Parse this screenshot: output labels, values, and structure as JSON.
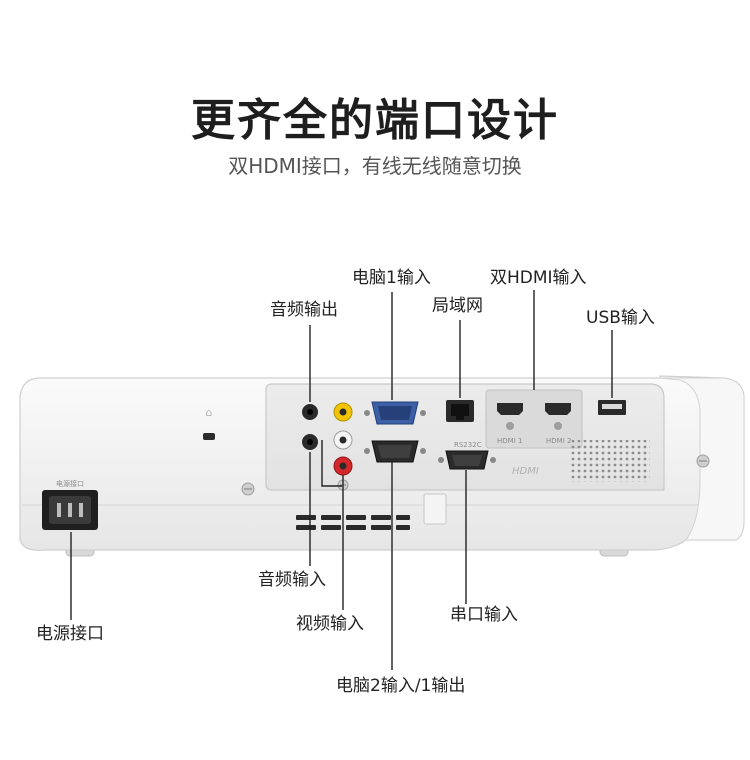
{
  "header": {
    "title": "更齐全的端口设计",
    "subtitle": "双HDMI接口，有线无线随意切换"
  },
  "callouts": {
    "computer1_in": "电脑1输入",
    "dual_hdmi_in": "双HDMI输入",
    "audio_out": "音频输出",
    "lan": "局域网",
    "usb_in": "USB输入",
    "audio_in": "音频输入",
    "power_inlet": "电源接口",
    "video_in": "视频输入",
    "serial_in": "串口输入",
    "computer2_in_1_out": "电脑2输入/1输出"
  },
  "device_print": {
    "power_inlet_label": "电源接口",
    "rs232c": "RS232C",
    "hdmi1": "HDMI 1",
    "hdmi2": "HDMI 2",
    "hdmi_logo": "HDMI"
  },
  "colors": {
    "background": "#ffffff",
    "body": "#f3f3f3",
    "panel": "#ebebeb",
    "port_dark": "#2a2a2a",
    "vga_blue": "#3c5fa6",
    "rca_yellow": "#f2c400",
    "rca_red": "#d4272b",
    "line": "#222222"
  }
}
